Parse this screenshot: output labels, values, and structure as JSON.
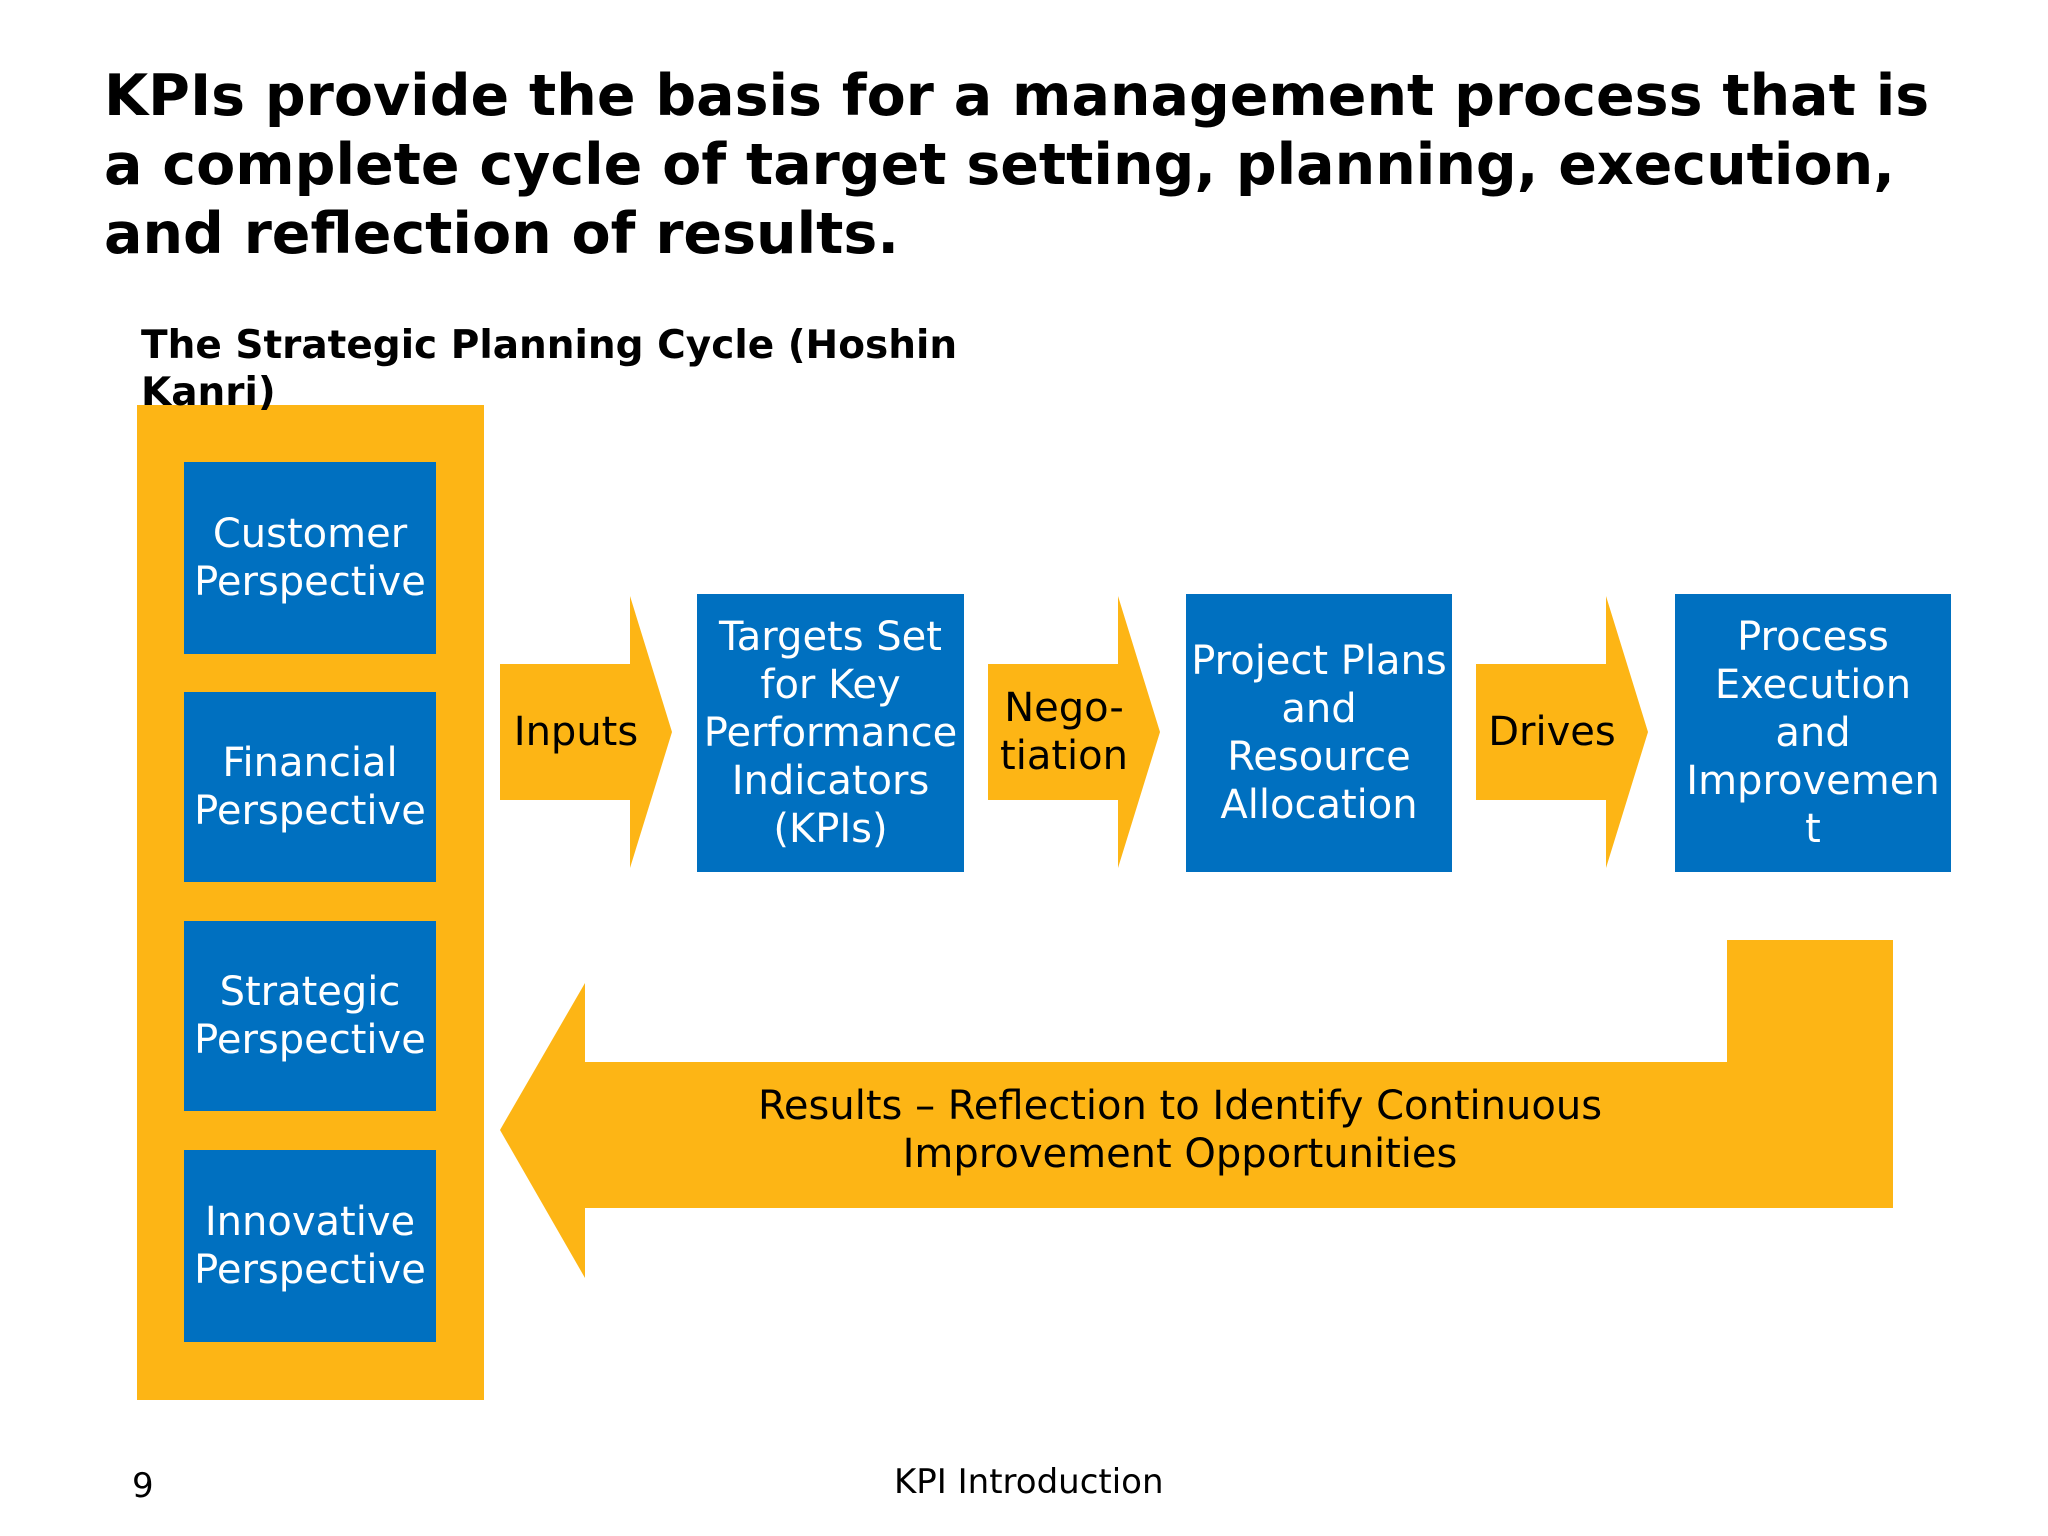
{
  "headline": {
    "line1": "KPIs provide the basis for a management process that is",
    "line2": "a complete cycle of target setting, planning, execution,",
    "line3": "and reflection of results."
  },
  "subtitle": {
    "line1": "The Strategic Planning Cycle (Hoshin",
    "line2": "Kanri)"
  },
  "colors": {
    "yellow": "#fdb515",
    "blue": "#0070c0"
  },
  "perspectives": [
    "Customer\nPerspective",
    "Financial\nPerspective",
    "Strategic\nPerspective",
    "Innovative\nPerspective"
  ],
  "flow": {
    "step1": "Targets Set\nfor Key\nPerformance\nIndicators\n(KPIs)",
    "step2": "Project Plans\nand\nResource\nAllocation",
    "step3": "Process\nExecution\nand\nImprovemen\nt",
    "arrow1": "Inputs",
    "arrow2": "Nego-\ntiation",
    "arrow3": "Drives"
  },
  "results": "Results – Reflection to Identify Continuous\nImprovement Opportunities",
  "footer": {
    "page_number": "9",
    "title": "KPI Introduction"
  }
}
